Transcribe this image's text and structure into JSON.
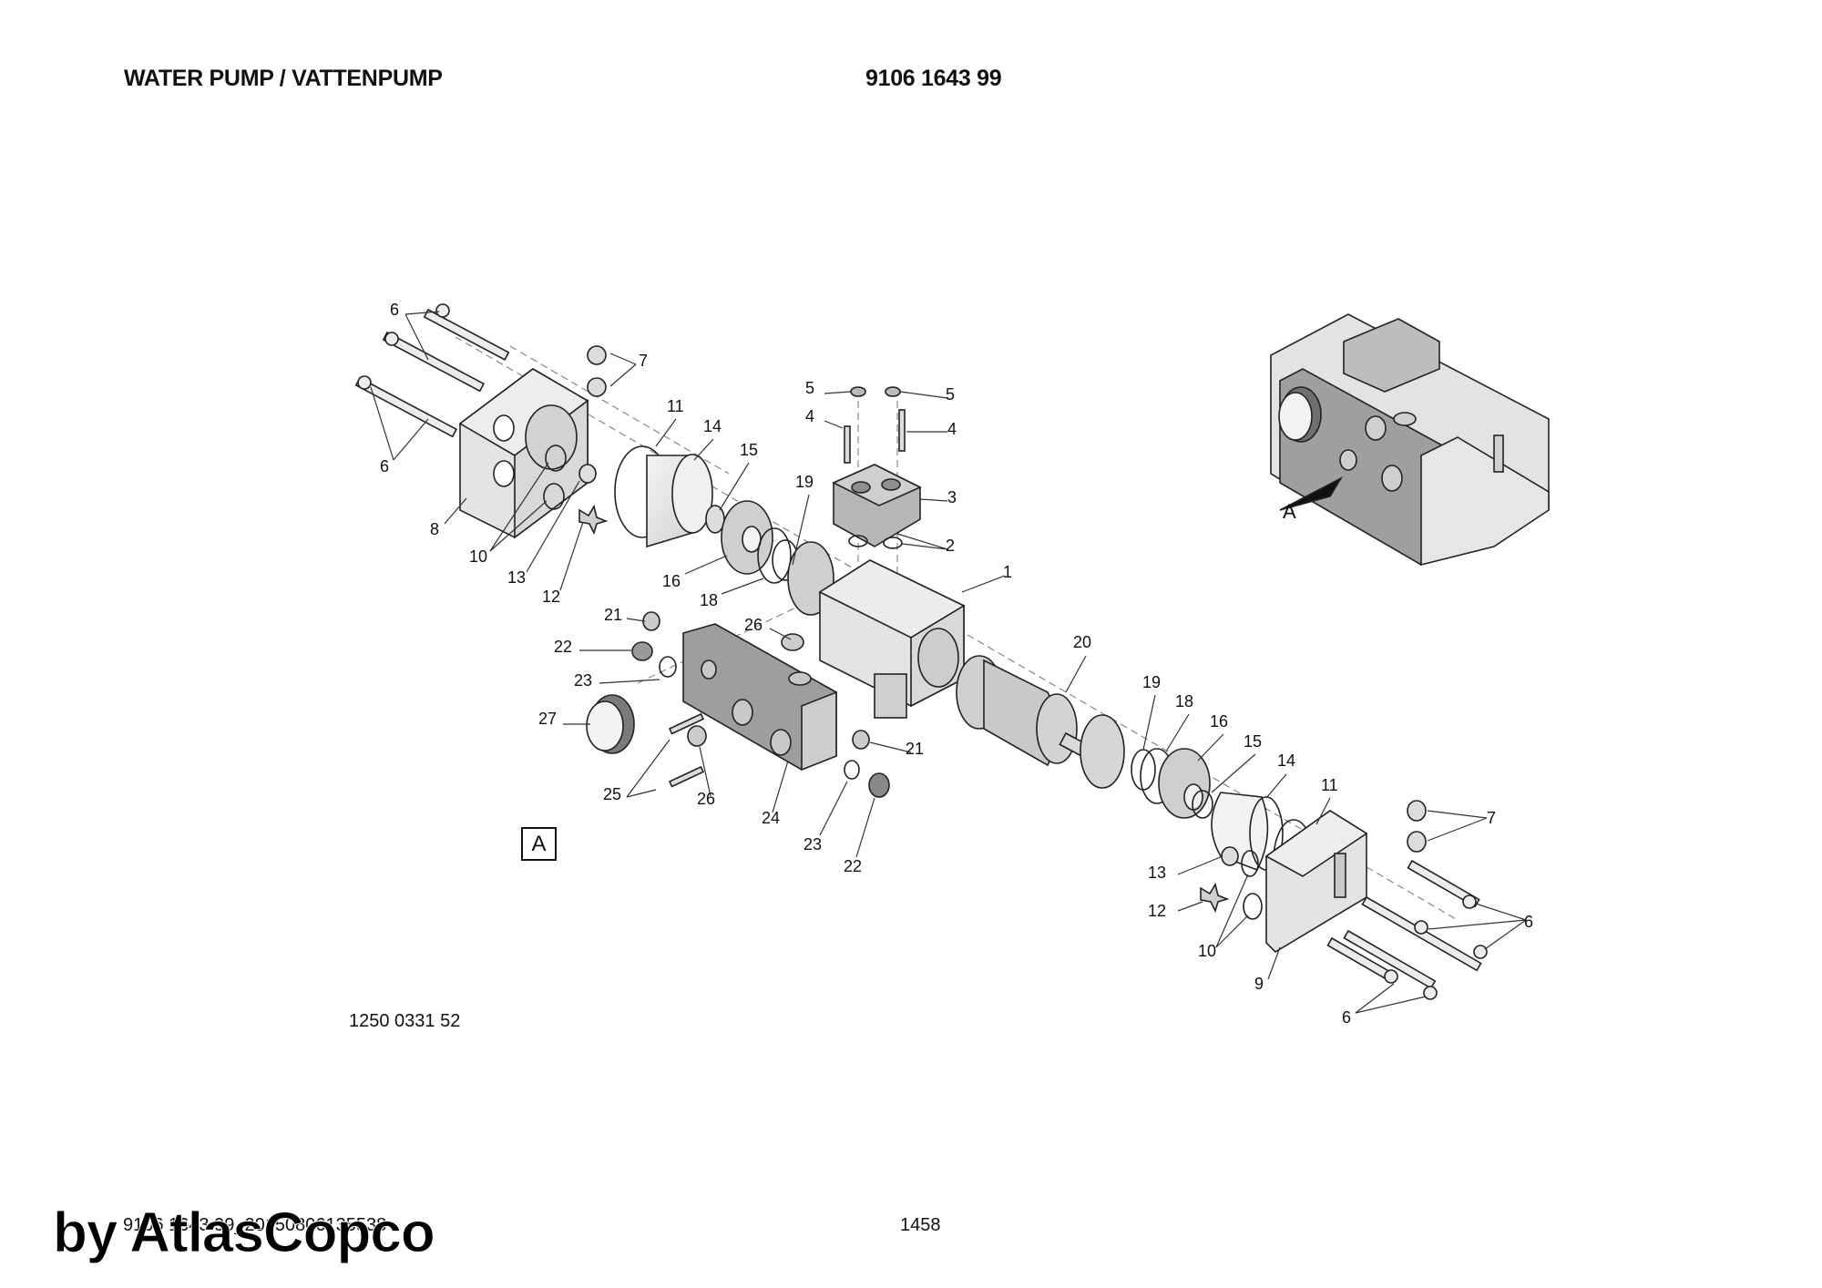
{
  "header": {
    "title": "WATER PUMP / VATTENPUMP",
    "part_number": "9106 1643 99"
  },
  "drawing": {
    "drawing_number": "1250 0331 52",
    "view_marker": "A",
    "detail_view_label": "A",
    "colors": {
      "line": "#222222",
      "part_light": "#e2e2e2",
      "part_mid": "#c8c8c8",
      "part_dark": "#9a9a9a"
    },
    "callouts": [
      {
        "id": "6a",
        "text": "6"
      },
      {
        "id": "7a",
        "text": "7"
      },
      {
        "id": "6b",
        "text": "6"
      },
      {
        "id": "8",
        "text": "8"
      },
      {
        "id": "10a",
        "text": "10"
      },
      {
        "id": "13a",
        "text": "13"
      },
      {
        "id": "12a",
        "text": "12"
      },
      {
        "id": "11a",
        "text": "11"
      },
      {
        "id": "14a",
        "text": "14"
      },
      {
        "id": "15a",
        "text": "15"
      },
      {
        "id": "16a",
        "text": "16"
      },
      {
        "id": "18a",
        "text": "18"
      },
      {
        "id": "19a",
        "text": "19"
      },
      {
        "id": "5a",
        "text": "5"
      },
      {
        "id": "5b",
        "text": "5"
      },
      {
        "id": "4a",
        "text": "4"
      },
      {
        "id": "4b",
        "text": "4"
      },
      {
        "id": "3",
        "text": "3"
      },
      {
        "id": "2",
        "text": "2"
      },
      {
        "id": "1",
        "text": "1"
      },
      {
        "id": "21a",
        "text": "21"
      },
      {
        "id": "22a",
        "text": "22"
      },
      {
        "id": "23a",
        "text": "23"
      },
      {
        "id": "26a",
        "text": "26"
      },
      {
        "id": "27",
        "text": "27"
      },
      {
        "id": "25",
        "text": "25"
      },
      {
        "id": "26b",
        "text": "26"
      },
      {
        "id": "24",
        "text": "24"
      },
      {
        "id": "21b",
        "text": "21"
      },
      {
        "id": "23b",
        "text": "23"
      },
      {
        "id": "22b",
        "text": "22"
      },
      {
        "id": "20",
        "text": "20"
      },
      {
        "id": "19b",
        "text": "19"
      },
      {
        "id": "18b",
        "text": "18"
      },
      {
        "id": "16b",
        "text": "16"
      },
      {
        "id": "15b",
        "text": "15"
      },
      {
        "id": "14b",
        "text": "14"
      },
      {
        "id": "11b",
        "text": "11"
      },
      {
        "id": "7b",
        "text": "7"
      },
      {
        "id": "13b",
        "text": "13"
      },
      {
        "id": "12b",
        "text": "12"
      },
      {
        "id": "6c",
        "text": "6"
      },
      {
        "id": "10b",
        "text": "10"
      },
      {
        "id": "9",
        "text": "9"
      },
      {
        "id": "6d",
        "text": "6"
      }
    ]
  },
  "footer": {
    "doc_ref": "9106 1643 99_20150806135538",
    "page_number": "1458",
    "watermark": "by AtlasCopco"
  }
}
